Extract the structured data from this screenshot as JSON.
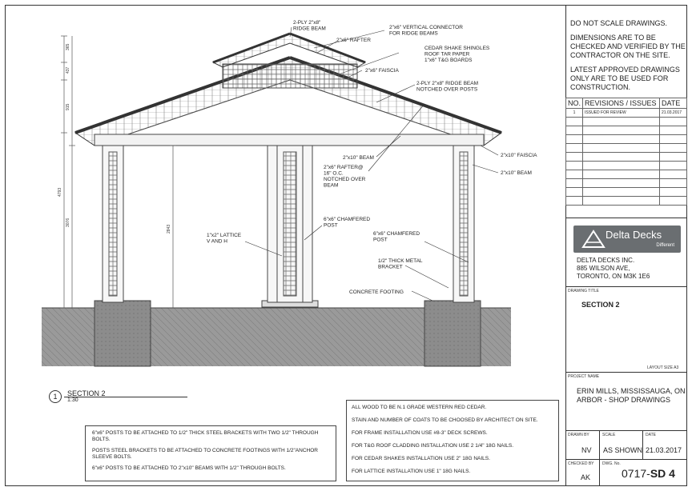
{
  "drawing": {
    "dimensions": [
      "365",
      "437",
      "915",
      "4793",
      "3076",
      "2843"
    ],
    "callouts": {
      "ridge_beam": "2-PLY 2\"x8\"\nRIDGE BEAM",
      "vertical_connector": "2\"x6\" VERTICAL CONNECTOR\nFOR RIDGE BEAMS",
      "rafter_top": "2\"x6\" RAFTER",
      "shingles": "CEDAR SHAKE SHINGLES\nROOF TAR PAPER\n1\"x6\" T&G BOARDS",
      "faiscia_top": "2\"x6\" FAISCIA",
      "ridge_beam_notched": "2-PLY 2\"x8\" RIDGE BEAM\nNOTCHED OVER POSTS",
      "beam_2x10": "2\"x10\" BEAM",
      "rafter_16": "2\"x6\" RAFTER@\n16\" O.C.\nNOTCHED OVER\nBEAM",
      "faiscia_right": "2\"x10\" FAISCIA",
      "beam_right": "2\"x10\" BEAM",
      "lattice": "1\"x2\" LATTICE\nV AND H",
      "chamfered_mid": "6\"x6\" CHAMFERED\nPOST",
      "chamfered_right": "6\"x6\" CHAMFERED\nPOST",
      "metal_bracket": "1/2\" THICK METAL\nBRACKET",
      "footing": "CONCRETE FOOTING"
    }
  },
  "section": {
    "number": "1",
    "title": "SECTION 2",
    "scale": "1:30"
  },
  "general_notes": [
    "ALL WOOD TO BE N.1 GRADE WESTERN RED CEDAR.",
    "STAIN AND NUMBER OF COATS TO BE CHOOSED BY ARCHITECT ON SITE.",
    "FOR FRAME INSTALLATION USE #8-3\" DECK SCREWS.",
    "FOR T&G ROOF CLADDING INSTALLATION USE 2 1/4\" 18G NAILS.",
    "FOR CEDAR SHAKES INSTALLATION USE 2\" 18G NAILS.",
    "FOR LATTICE INSTALLATION USE 1\" 18G NAILS."
  ],
  "post_notes": [
    "6\"x6\"  POSTS TO BE ATTACHED TO 1/2\" THICK STEEL BRACKETS WITH TWO 1/2\" THROUGH BOLTS.",
    "POSTS STEEL BRACKETS TO BE ATTACHED TO CONCRETE FOOTINGS  WITH 1/2\"ANCHOR SLEEVE BOLTS.",
    "6\"x6\"  POSTS TO BE ATTACHED TO 2\"x10\" BEAMS WITH 1/2\" THROUGH BOLTS."
  ],
  "title_block": {
    "note1": "DO NOT SCALE DRAWINGS.",
    "note2": "DIMENSIONS ARE TO BE CHECKED AND VERIFIED BY THE CONTRACTOR ON THE SITE.",
    "note3": "LATEST APPROVED DRAWINGS ONLY ARE TO BE USED FOR CONSTRUCTION.",
    "rev_headers": [
      "NO.",
      "REVISIONS / ISSUES",
      "DATE"
    ],
    "revisions": [
      {
        "no": "1",
        "desc": "ISSUED FOR REVIEW",
        "date": "21.03.2017"
      }
    ],
    "logo_name": "Delta Decks",
    "logo_sub": "Different",
    "company": [
      "DELTA DECKS INC.",
      "885 WILSON AVE,",
      "TORONTO, ON M3K 1E6"
    ],
    "drawing_title_label": "DRAWING TITLE",
    "drawing_title": "SECTION 2",
    "layout_size": "LAYOUT SIZE A3",
    "project_name_label": "PROJECT NAME",
    "project_name": "ERIN MILLS, MISSISSAUGA, ON ARBOR - SHOP DRAWINGS",
    "drawn_by_label": "DRAWN BY",
    "drawn_by": "NV",
    "scale_label": "SCALE",
    "scale": "AS SHOWN",
    "date_label": "DATE",
    "date": "21.03.2017",
    "checked_by_label": "CHECKED BY",
    "checked_by": "AK",
    "dwg_no_label": "DWG. No.",
    "dwg_no_prefix": "0717-",
    "dwg_no_suffix": "SD 4"
  }
}
